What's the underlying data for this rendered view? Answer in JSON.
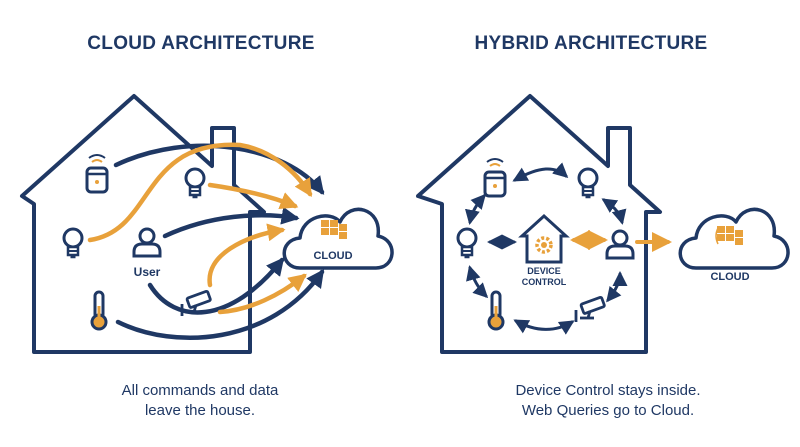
{
  "colors": {
    "navy": "#1f3864",
    "orange": "#e8a13b",
    "white": "#ffffff"
  },
  "left": {
    "title": "CLOUD ARCHITECTURE",
    "user_label": "User",
    "cloud_label": "CLOUD",
    "caption_line1": "All commands and data",
    "caption_line2": "leave the house.",
    "icons": [
      "smart-speaker-icon",
      "light-bulb-icon",
      "user-icon",
      "thermometer-icon",
      "security-camera-icon",
      "cloud-icon"
    ]
  },
  "right": {
    "title": "HYBRID ARCHITECTURE",
    "hub_label_line1": "DEVICE",
    "hub_label_line2": "CONTROL",
    "cloud_label": "CLOUD",
    "caption_line1": "Device Control stays inside.",
    "caption_line2": "Web Queries go to Cloud.",
    "icons": [
      "smart-speaker-icon",
      "light-bulb-icon",
      "user-icon",
      "thermometer-icon",
      "security-camera-icon",
      "house-gear-icon",
      "cloud-icon"
    ]
  }
}
